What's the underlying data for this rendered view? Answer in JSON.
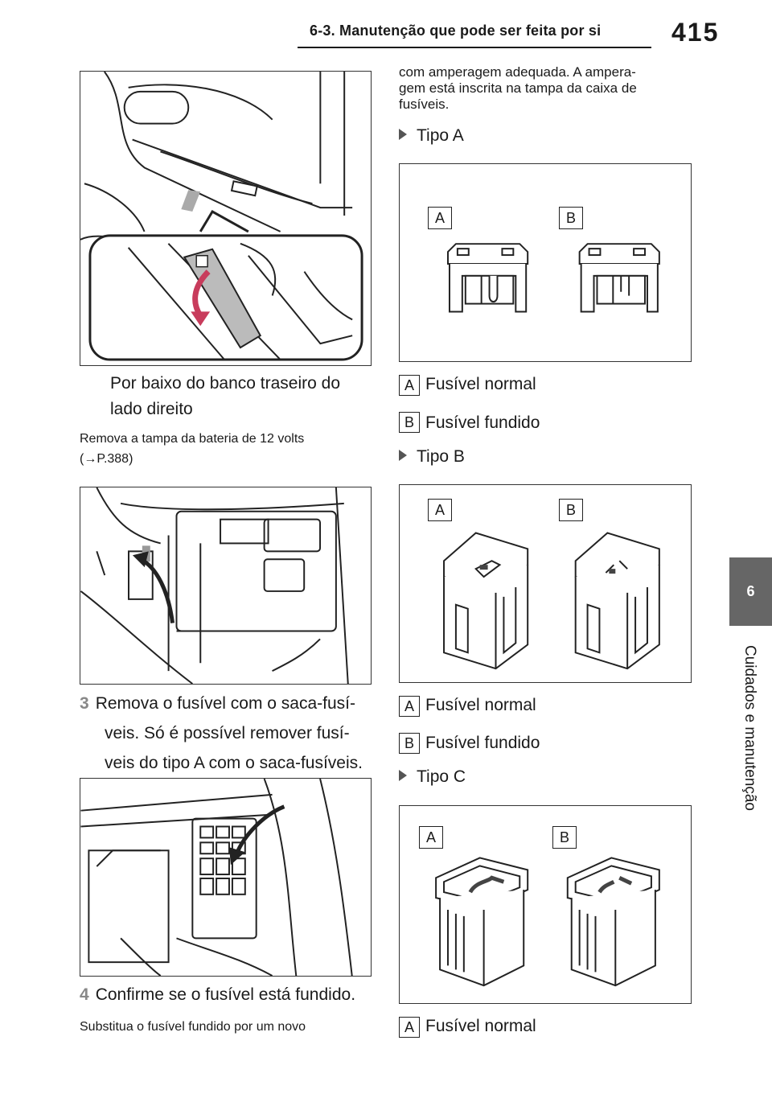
{
  "header": {
    "section_title": "6-3. Manutenção que pode ser feita por si",
    "page_number": "415"
  },
  "side_tab": {
    "chapter_number": "6",
    "chapter_title": "Cuidados e manutenção"
  },
  "left": {
    "caption1": [
      "Por baixo do banco traseiro do",
      "lado direito"
    ],
    "note1_line1": "Remova a tampa da bateria de 12 volts",
    "note1_line2_prefix": "(",
    "note1_arrow": "→",
    "note1_ref": "P.388)",
    "step3_number": "3",
    "step3_lines": [
      "Remova o fusível com o saca-fusí-",
      "veis. Só é possível remover fusí-",
      "veis do tipo A com o saca-fusíveis."
    ],
    "step4_number": "4",
    "step4_text": "Confirme se o fusível está fundido.",
    "note2": "Substitua o fusível fundido por um novo"
  },
  "right": {
    "intro_lines": [
      "com amperagem adequada. A ampera-",
      "gem está inscrita na tampa da caixa de",
      "fusíveis."
    ],
    "type_a_label": "Tipo A",
    "type_b_label": "Tipo B",
    "type_c_label": "Tipo C",
    "letter_a": "A",
    "letter_b": "B",
    "fuse_normal": "Fusível normal",
    "fuse_blown": "Fusível fundido"
  }
}
